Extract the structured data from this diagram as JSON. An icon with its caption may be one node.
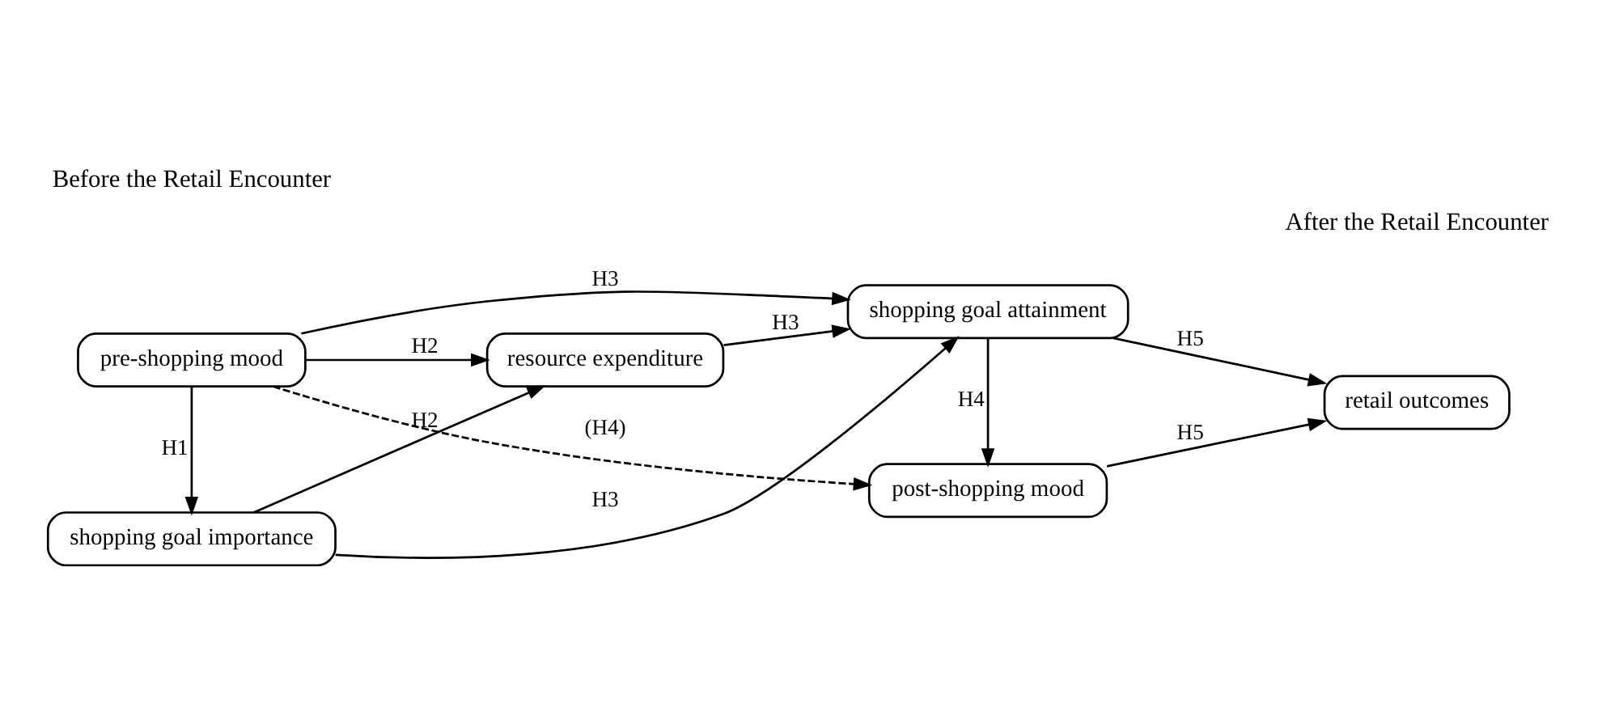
{
  "diagram": {
    "nodes": [
      {
        "text": [
          "pre-shopping mood"
        ]
      },
      {
        "text": [
          "shopping goal importance"
        ]
      },
      {
        "text": [
          "resource expenditure"
        ]
      },
      {
        "text": [
          "post-shopping mood"
        ]
      },
      {
        "text": [
          "shopping goal attainment"
        ]
      },
      {
        "text": [
          "retail outcomes"
        ]
      }
    ],
    "edges": [
      {
        "from": 0,
        "to": 1,
        "arrow": "to",
        "label": "H1"
      },
      {
        "from": 0,
        "to": 2,
        "arrow": "to",
        "label": "H2"
      },
      {
        "from": 1,
        "to": 2,
        "arrow": "to",
        "label": "H2"
      },
      {
        "from": 0,
        "to": 3,
        "arrow": "to",
        "label": "(H4)",
        "style": "dashed"
      },
      {
        "from": 0,
        "to": 4,
        "arrow": "to",
        "label": "H3"
      },
      {
        "from": 2,
        "to": 4,
        "arrow": "to",
        "label": "H3"
      },
      {
        "from": 1,
        "to": 4,
        "arrow": "to",
        "label": "H3"
      },
      {
        "from": 4,
        "to": 3,
        "arrow": "to",
        "label": "H4"
      },
      {
        "from": 3,
        "to": 5,
        "arrow": "to",
        "label": "H5"
      },
      {
        "from": 4,
        "to": 5,
        "arrow": "to",
        "label": "H5"
      }
    ],
    "labels": [
      "Before the Retail Encounter",
      "After the Retail Encounter"
    ]
  }
}
